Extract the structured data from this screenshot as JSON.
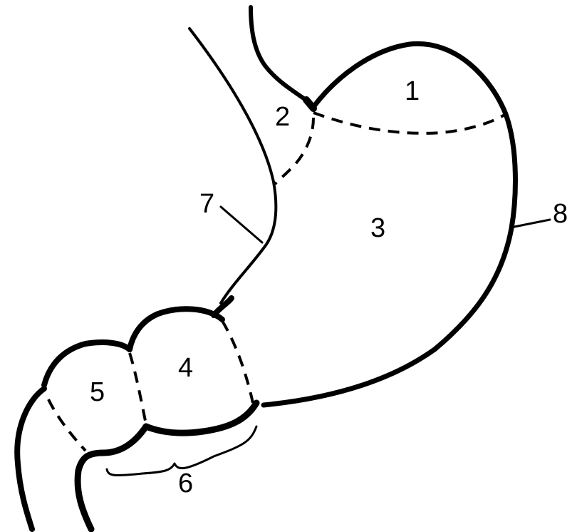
{
  "diagram": {
    "labels": {
      "fundus": "1",
      "cardia": "2",
      "body": "3",
      "antrum": "4",
      "pylorus": "5",
      "greater_bracket": "6",
      "lesser_curvature": "7",
      "greater_curvature": "8"
    }
  }
}
